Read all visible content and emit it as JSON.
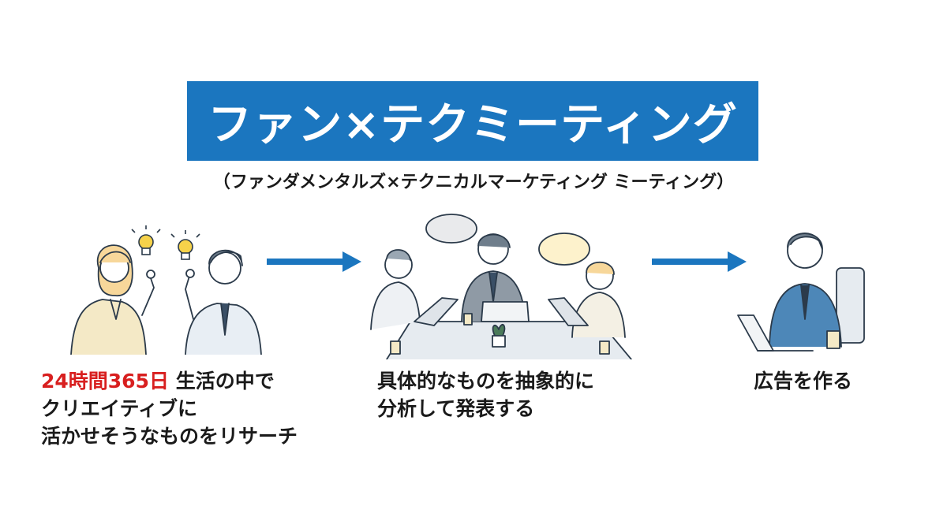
{
  "title": "ファン×テクミーティング",
  "subtitle": "（ファンダメンタルズ×テクニカルマーケティング ミーティング）",
  "steps": [
    {
      "highlight": "24時間365日",
      "line1_rest": " 生活の中で",
      "line2": "クリエイティブに",
      "line3": "活かせそうなものをリサーチ"
    },
    {
      "line1": "具体的なものを抽象的に",
      "line2": "分析して発表する"
    },
    {
      "line1": "広告を作る"
    }
  ],
  "colors": {
    "title_bg": "#1b76bf",
    "arrow": "#1b76bf",
    "highlight": "#d81f1f"
  },
  "icons": [
    "lightbulb-icon",
    "speech-bubble-icon",
    "laptop-icon",
    "coffee-cup-icon",
    "plant-icon"
  ]
}
